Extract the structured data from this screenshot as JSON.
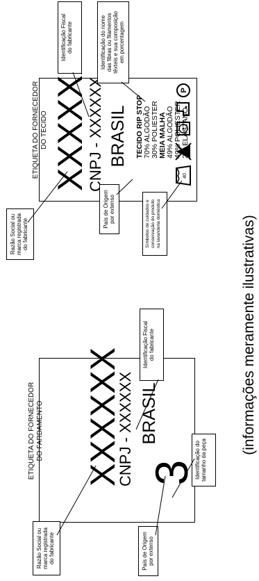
{
  "tag_fabric": {
    "header": "ETIQUETA DO FORNECEDOR\nDO TECIDO",
    "brand": "XXXXXX",
    "cnpj": "CNPJ - XXXXXX",
    "country": "BRASIL",
    "composition_title_1": "TECIDO RIP STOP",
    "composition_1": [
      "70%  ALGODÃO",
      "30% POLIESTER"
    ],
    "composition_title_2": "MEIA MALHA",
    "composition_2": [
      "49%  ALGODÃO",
      "49%  POLIESTER",
      "2% ELASTANO"
    ],
    "care_wash_temp": "40",
    "care_dryclean_letter": "P"
  },
  "tag_uniform": {
    "header": "ETIQUETA DO FORNECEDOR\nDO FARDAMENTO",
    "brand": "XXXXXX",
    "cnpj": "CNPJ - XXXXXX",
    "country": "BRASIL",
    "size": "3"
  },
  "callouts": {
    "fiscal_id_1": "Identificação Fiscal\ndo fabricante",
    "fiber_name": "Identificação do nome\ndas fibras ou filamentos\ntêxteis e sua composição\nem porcentagem",
    "company_name_1": "Razão Social ou\nmarca registrada\ndo fabricante",
    "origin_1": "País de Origem\npor extenso",
    "care_symbols": "Símbolos de cuidados e\nconservação do produto\nna lavanderia doméstica",
    "fiscal_id_2": "Identificação Fiscal\ndo fabricante",
    "size_id": "Identificação do\ntamanho da peça",
    "company_name_2": "Razão Social ou\nmarca registrada\ndo fabricante",
    "origin_2": "País de Origem\npor extenso"
  },
  "footnote": "(informações meramente ilustrativas)"
}
